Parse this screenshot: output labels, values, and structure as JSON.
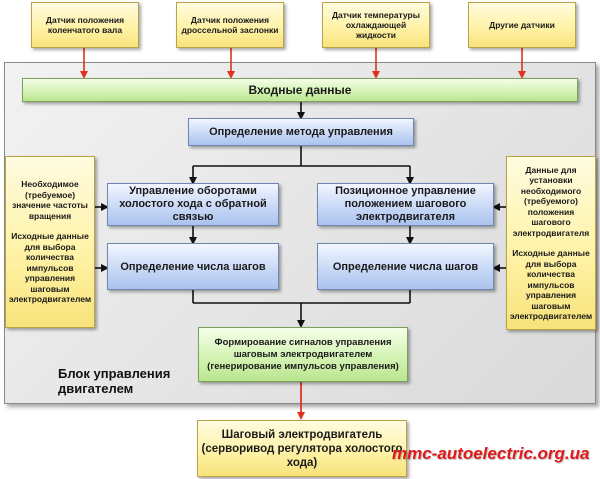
{
  "sensors": [
    {
      "label": "Датчик положения коленчатого вала"
    },
    {
      "label": "Датчик положения дроссельной заслонки"
    },
    {
      "label": "Датчик температуры охлаждающей жидкости"
    },
    {
      "label": "Другие датчики"
    }
  ],
  "input_data": "Входные данные",
  "method": "Определение метода управления",
  "left_control": "Управление оборотами холостого хода с обратной связью",
  "right_control": "Позиционное управление положением шагового электродвигателя",
  "left_steps": "Определение числа шагов",
  "right_steps": "Определение числа шагов",
  "left_side": {
    "line1": "Необходимое (требуемое) значение частоты вращения",
    "line2": "Исходные данные для выбора количества импульсов управления шаговым электродвигателем"
  },
  "right_side": {
    "line1": "Данные для установки необходимого (требуемого) положения шагового электродвигателя",
    "line2": "Исходные данные для выбора количества импульсов управления шаговым электродвигателем"
  },
  "signals": "Формирование сигналов управления шаговым электродвигателем (генерирование импульсов управления)",
  "ecu_label": "Блок управления двигателем",
  "output": "Шаговый электродвигатель (серворивод регулятора холостого хода)",
  "watermark": "mmc-autoelectric.org.ua",
  "colors": {
    "arrow_red": "#e0331f",
    "arrow_black": "#111111",
    "sensor_fill": "#fff3a8",
    "green_fill": "#d4f3b4",
    "blue_fill": "#c9d9f6"
  }
}
